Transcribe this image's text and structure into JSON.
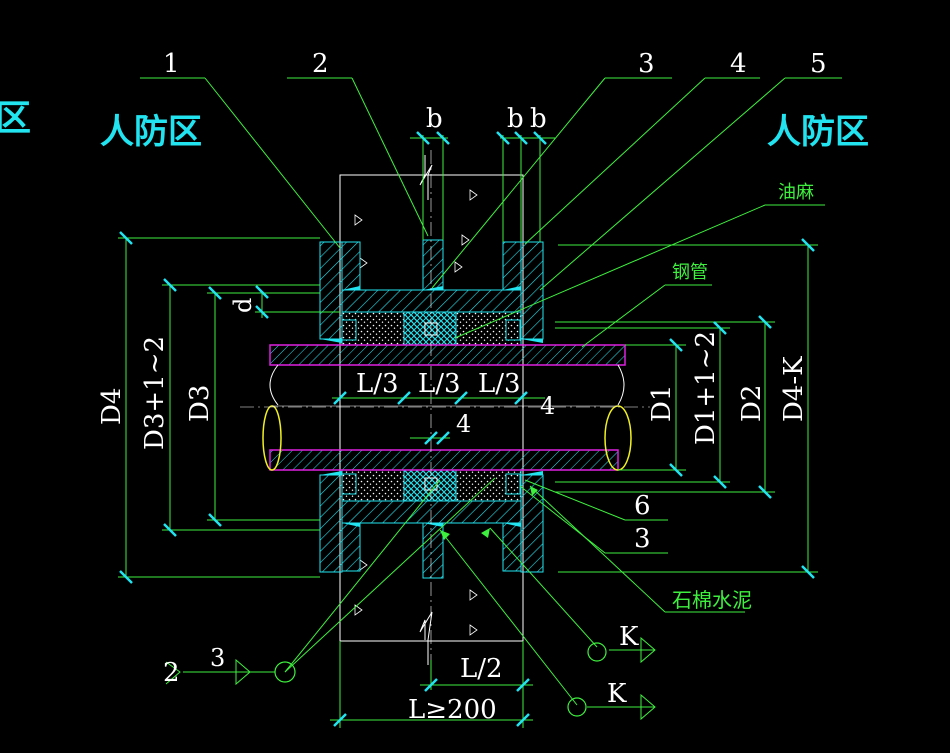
{
  "labels": {
    "left_zone_partial": "区",
    "left_zone": "人防区",
    "right_zone": "人防区",
    "youma": "油麻",
    "gangguan": "钢管",
    "shimian": "石棉水泥",
    "n1": "1",
    "n2": "2",
    "n3": "3",
    "n4": "4",
    "n5": "5",
    "n6": "6",
    "n3b": "3",
    "b1": "b",
    "b2": "b",
    "b3": "b",
    "d": "d",
    "D4": "D4",
    "D3p": "D3+1~2",
    "D3": "D3",
    "D1": "D1",
    "D1p": "D1+1~2",
    "D2": "D2",
    "D4K": "D4-K",
    "L3a": "L/3",
    "L3b": "L/3",
    "L3c": "L/3",
    "four_a": "4",
    "four_b": "4",
    "L2": "L/2",
    "L200": "L≥200",
    "sec_2": "2",
    "sec_3": "3",
    "K1": "K",
    "K2": "K"
  },
  "colors": {
    "background": "#000000",
    "wall_outline": "#ffffff",
    "cyan": "#22e3f0",
    "leader": "#3ef03e",
    "pipe": "#e020e0",
    "pipe_ends": "#f0f020",
    "dims": "#3ef03e"
  }
}
